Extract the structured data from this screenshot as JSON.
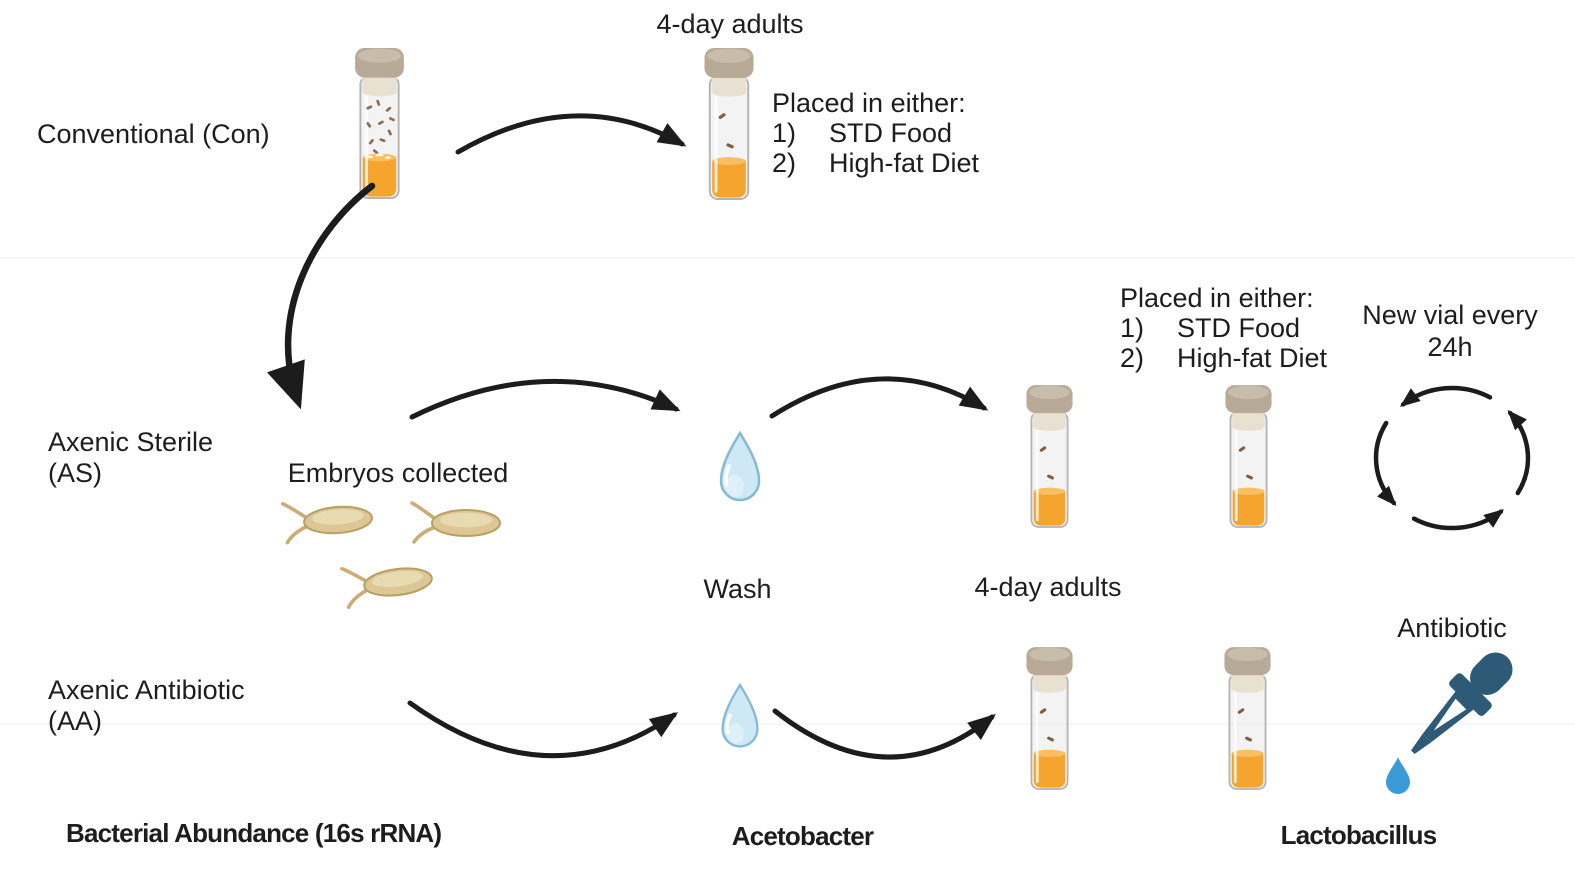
{
  "rows": {
    "conventional": {
      "label": "Conventional (Con)",
      "adults_title": "4-day adults",
      "placed": {
        "title": "Placed in either:",
        "item1_num": "1)",
        "item1_text": "STD Food",
        "item2_num": "2)",
        "item2_text": "High-fat Diet"
      }
    },
    "axenic_sterile": {
      "label_line1": "Axenic Sterile",
      "label_line2": "(AS)",
      "embryos_caption": "Embryos collected",
      "wash_caption": "Wash",
      "adults_caption": "4-day adults",
      "placed": {
        "title": "Placed in either:",
        "item1_num": "1)",
        "item1_text": "STD Food",
        "item2_num": "2)",
        "item2_text": "High-fat Diet"
      },
      "new_vial_line1": "New vial every",
      "new_vial_line2": "24h"
    },
    "axenic_antibiotic": {
      "label_line1": "Axenic Antibiotic",
      "label_line2": "(AA)",
      "antibiotic_caption": "Antibiotic"
    }
  },
  "footer": {
    "bacterial_abundance": "Bacterial Abundance (16s rRNA)",
    "acetobacter": "Acetobacter",
    "lactobacillus": "Lactobacillus"
  },
  "icons": {
    "vial_icon": {
      "cap": "#b8aa96",
      "plug": "#e8e0d1",
      "glass": "#e9e9e9",
      "glass_outline": "#b3b3b3",
      "food": "#f5a52e",
      "food_surface": "#f8c063",
      "fly": "#7d5f46"
    },
    "water_drop_icon": {
      "fill": "#cfe8f6",
      "outline": "#85bad7"
    },
    "embryo_icon": {
      "body": "#dcc795",
      "outline": "#b99f62",
      "filament": "#c9ad74"
    },
    "cycle_arrows_icon": {
      "color": "#1c1c1c"
    },
    "dropper_icon": {
      "color": "#2c5a77",
      "drop": "#3b9bd8"
    },
    "flow_arrow": {
      "color": "#1c1c1c"
    }
  }
}
